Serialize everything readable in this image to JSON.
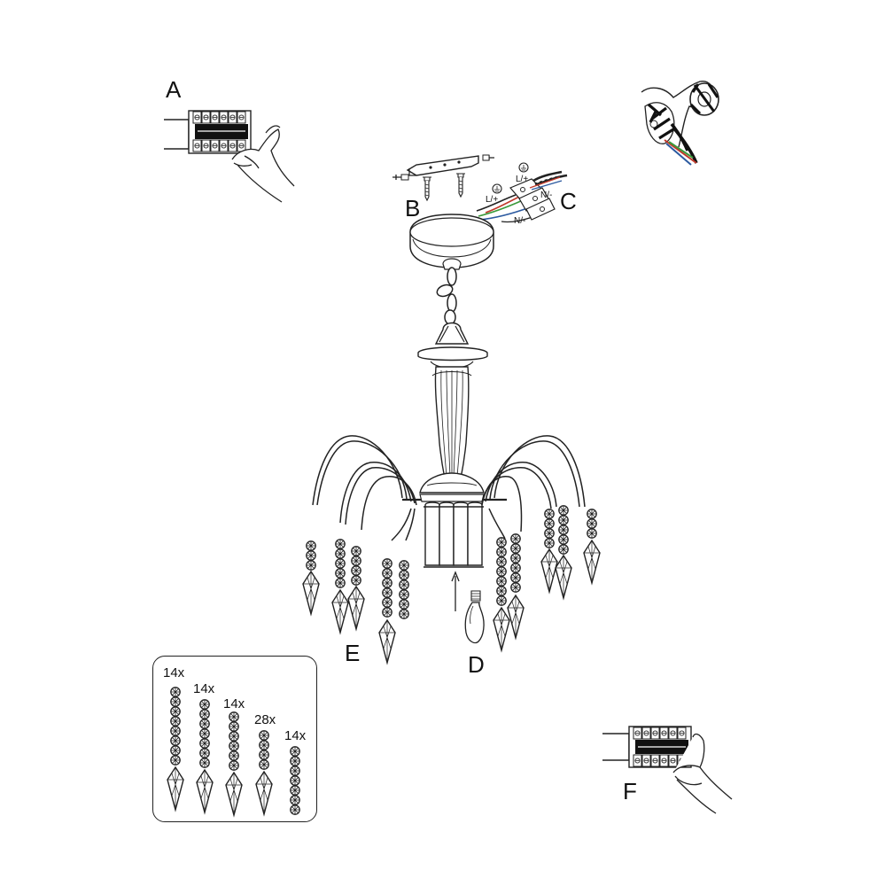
{
  "steps": {
    "A": "A",
    "B": "B",
    "C": "C",
    "D": "D",
    "E": "E",
    "F": "F"
  },
  "wiring": {
    "live_top": "L/+",
    "live_left": "L/+",
    "neutral_right": "N/-",
    "neutral_bottom": "N/-"
  },
  "parts_box": {
    "counts": [
      "14x",
      "14x",
      "14x",
      "28x",
      "14x"
    ]
  },
  "colors": {
    "line": "#222222",
    "live_wire": "#c0392b",
    "neutral_wire": "#2c5aa0",
    "earth_wire": "#3a9a3a"
  },
  "icons": [
    "terminal-block-icon",
    "hand-icon",
    "screw-icon",
    "mounting-bracket-icon",
    "insulating-tape-icon",
    "bulb-icon",
    "crystal-pendant-icon",
    "bead-strand-icon"
  ]
}
